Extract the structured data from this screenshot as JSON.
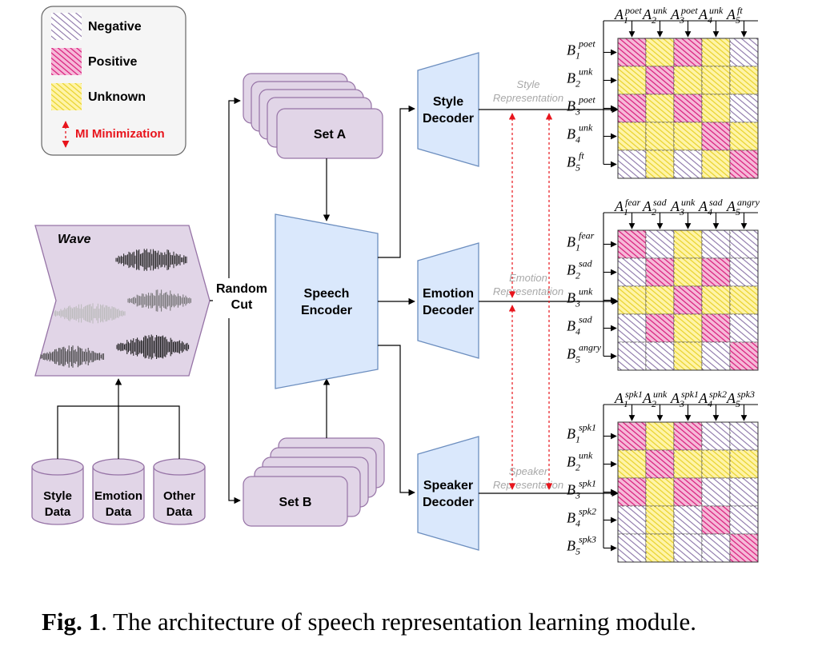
{
  "legend": {
    "negative": "Negative",
    "positive": "Positive",
    "unknown": "Unknown",
    "mi": "MI Minimization"
  },
  "wave": {
    "title": "Wave"
  },
  "random_cut": {
    "line1": "Random",
    "line2": "Cut"
  },
  "sets": {
    "a": "Set A",
    "b": "Set B"
  },
  "encoder": {
    "line1": "Speech",
    "line2": "Encoder"
  },
  "decoders": {
    "style": {
      "line1": "Style",
      "line2": "Decoder"
    },
    "emotion": {
      "line1": "Emotion",
      "line2": "Decoder"
    },
    "speaker": {
      "line1": "Speaker",
      "line2": "Decoder"
    }
  },
  "representations": {
    "style": {
      "line1": "Style",
      "line2": "Representation"
    },
    "emotion": {
      "line1": "Emotion",
      "line2": "Representation"
    },
    "speaker": {
      "line1": "Speaker",
      "line2": "Representation"
    }
  },
  "data_sources": [
    {
      "line1": "Style",
      "line2": "Data"
    },
    {
      "line1": "Emotion",
      "line2": "Data"
    },
    {
      "line1": "Other",
      "line2": "Data"
    }
  ],
  "colors": {
    "negative": "#b3a2c8",
    "positive": "#e0358f",
    "unknown": "#f2e35a",
    "box_fill": "#e1d5e7",
    "box_stroke": "#9673a6",
    "decoder_fill": "#dae8fc",
    "decoder_stroke": "#6c8ebf",
    "mi_red": "#e8141c",
    "legend_bg": "#f5f5f5"
  },
  "matrices": [
    {
      "name": "style",
      "col_sups": [
        "poet",
        "unk",
        "poet",
        "unk",
        "ft"
      ],
      "row_sups": [
        "poet",
        "unk",
        "poet",
        "unk",
        "ft"
      ],
      "grid": [
        [
          "P",
          "U",
          "P",
          "U",
          "N"
        ],
        [
          "U",
          "P",
          "U",
          "U",
          "U"
        ],
        [
          "P",
          "U",
          "P",
          "U",
          "N"
        ],
        [
          "U",
          "U",
          "U",
          "P",
          "U"
        ],
        [
          "N",
          "U",
          "N",
          "U",
          "P"
        ]
      ]
    },
    {
      "name": "emotion",
      "col_sups": [
        "fear",
        "sad",
        "unk",
        "sad",
        "angry"
      ],
      "row_sups": [
        "fear",
        "sad",
        "unk",
        "sad",
        "angry"
      ],
      "grid": [
        [
          "P",
          "N",
          "U",
          "N",
          "N"
        ],
        [
          "N",
          "P",
          "U",
          "P",
          "N"
        ],
        [
          "U",
          "U",
          "P",
          "U",
          "U"
        ],
        [
          "N",
          "P",
          "U",
          "P",
          "N"
        ],
        [
          "N",
          "N",
          "U",
          "N",
          "P"
        ]
      ]
    },
    {
      "name": "speaker",
      "col_sups": [
        "spk1",
        "unk",
        "spk1",
        "spk2",
        "spk3"
      ],
      "row_sups": [
        "spk1",
        "unk",
        "spk1",
        "spk2",
        "spk3"
      ],
      "grid": [
        [
          "P",
          "U",
          "P",
          "N",
          "N"
        ],
        [
          "U",
          "P",
          "U",
          "U",
          "U"
        ],
        [
          "P",
          "U",
          "P",
          "N",
          "N"
        ],
        [
          "N",
          "U",
          "N",
          "P",
          "N"
        ],
        [
          "N",
          "U",
          "N",
          "N",
          "P"
        ]
      ]
    }
  ],
  "caption": {
    "bold": "Fig. 1",
    "text": ". The architecture of speech representation learning module."
  }
}
